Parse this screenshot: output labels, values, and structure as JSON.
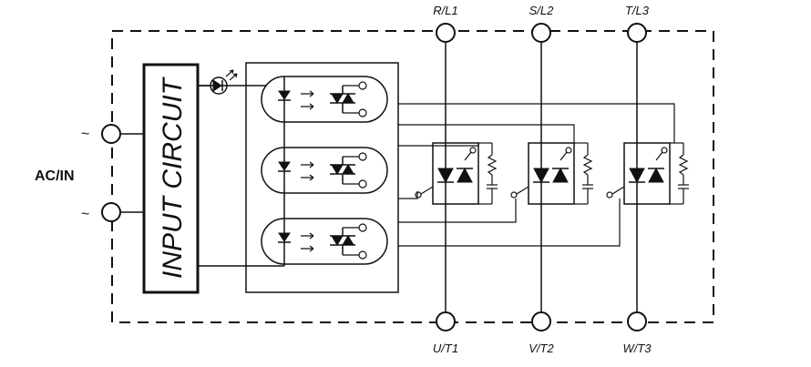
{
  "terminals": {
    "top": [
      "R/L1",
      "S/L2",
      "T/L3"
    ],
    "bottom": [
      "U/T1",
      "V/T2",
      "W/T3"
    ]
  },
  "input": {
    "label": "AC/IN",
    "tilde_top": "~",
    "tilde_bottom": "~",
    "block_label": "INPUT CIRCUIT"
  }
}
